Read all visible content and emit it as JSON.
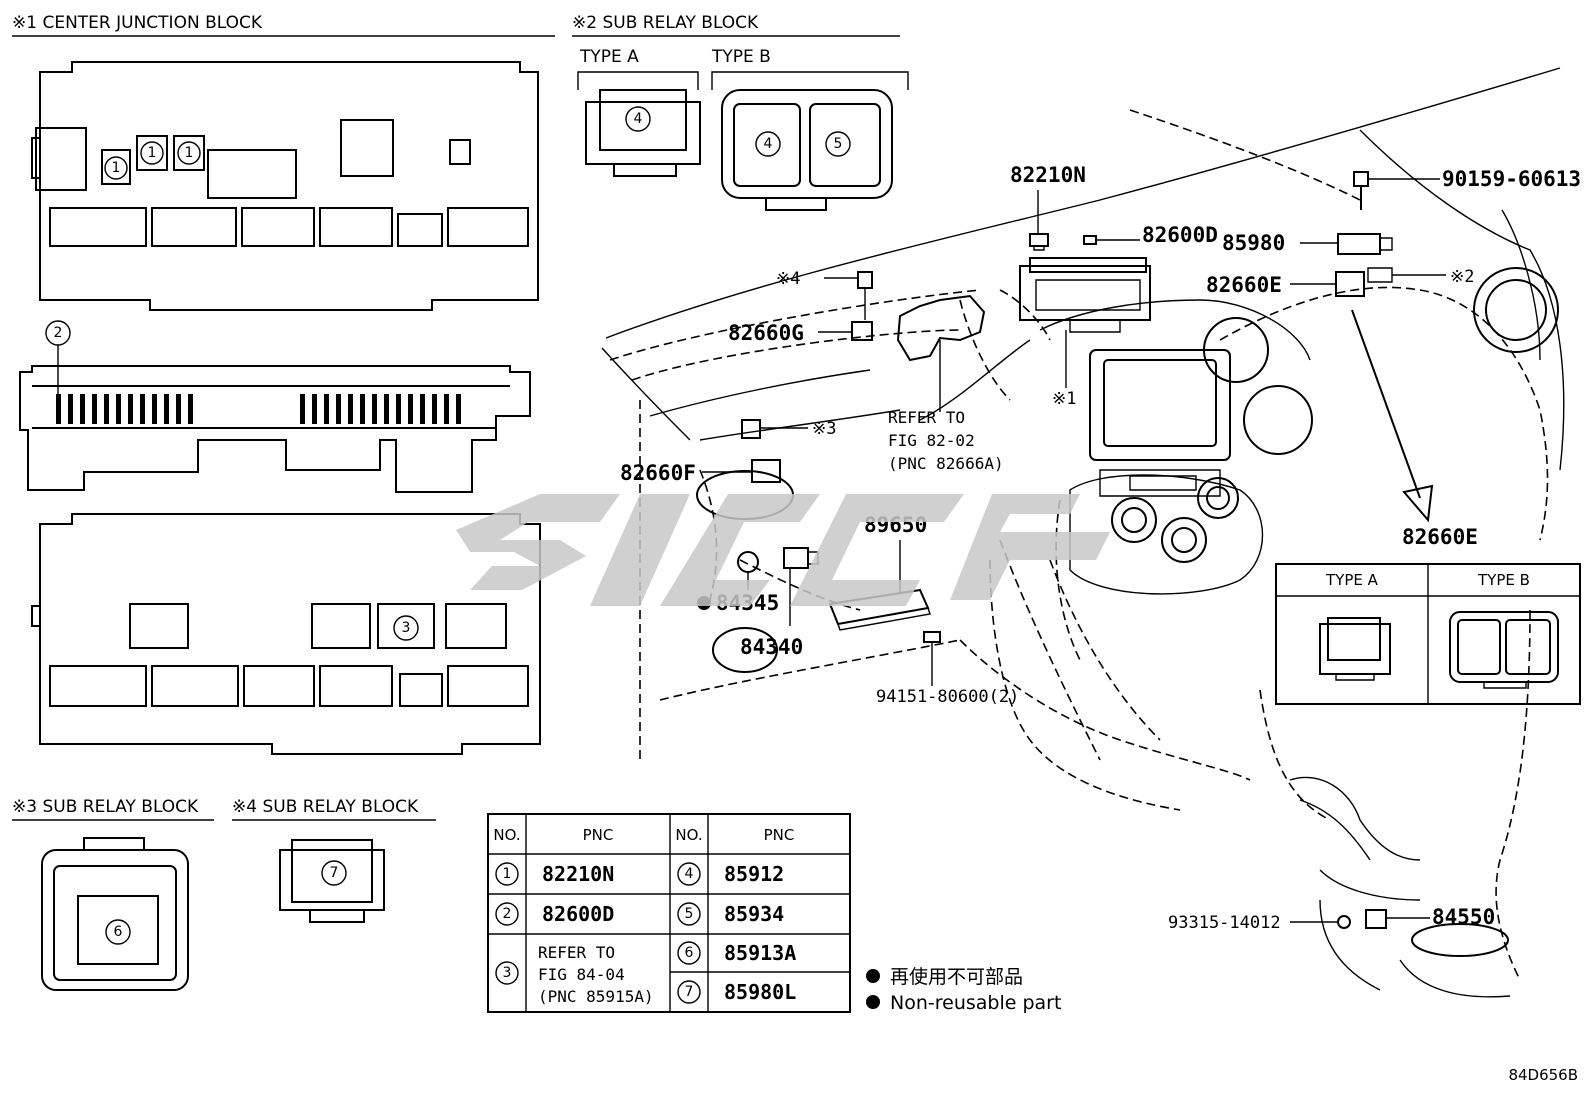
{
  "sections": {
    "s1": "※1 CENTER JUNCTION BLOCK",
    "s2": "※2 SUB RELAY BLOCK",
    "s3": "※3 SUB RELAY BLOCK",
    "s4": "※4 SUB RELAY BLOCK"
  },
  "types": {
    "a": "TYPE A",
    "b": "TYPE B"
  },
  "circled": {
    "n1": "1",
    "n2": "2",
    "n3": "3",
    "n4": "4",
    "n5": "5",
    "n6": "6",
    "n7": "7"
  },
  "callouts": {
    "c82210N": "82210N",
    "c82600D": "82600D",
    "c90159": "90159-60613",
    "c85980": "85980",
    "c82660E": "82660E",
    "m2": "※2",
    "m4": "※4",
    "c82660G": "82660G",
    "m1": "※1",
    "m3": "※3",
    "ref1": "REFER TO",
    "ref2": "FIG 82-02",
    "ref3": "(PNC 82666A)",
    "c82660F": "82660F",
    "c89650": "89650",
    "c84345": "84345",
    "c84340": "84340",
    "c94151": "94151-80600(2)",
    "c82660E2": "82660E",
    "c93315": "93315-14012",
    "c84550": "84550"
  },
  "table": {
    "h_no": "NO.",
    "h_pnc": "PNC",
    "rows": [
      {
        "no": "1",
        "pnc": "82210N",
        "no2": "4",
        "pnc2": "85912"
      },
      {
        "no": "2",
        "pnc": "82600D",
        "no2": "5",
        "pnc2": "85934"
      },
      {
        "no": "3",
        "ref1": "REFER TO",
        "ref2": "FIG 84-04",
        "ref3": "(PNC 85915A)",
        "no2": "6",
        "pnc2": "85913A",
        "no3": "7",
        "pnc3": "85980L"
      }
    ]
  },
  "legend": {
    "jp": "再使用不可部品",
    "en": "Non-reusable part"
  },
  "code": "84D656B"
}
